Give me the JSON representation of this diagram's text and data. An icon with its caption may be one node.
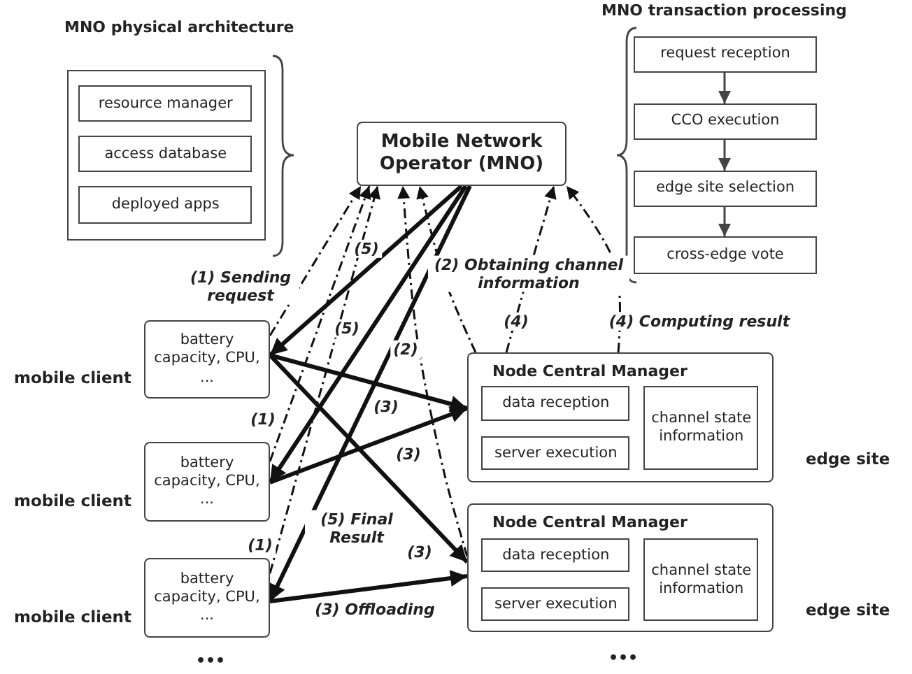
{
  "diagram": {
    "nodes": [
      {
        "text": [
          "MNO physical architecture"
        ]
      },
      {
        "text": [
          "resource manager"
        ],
        "in": 0
      },
      {
        "text": [
          "access database"
        ],
        "in": 0
      },
      {
        "text": [
          "deployed apps"
        ],
        "in": 0
      },
      {
        "text": [
          "Mobile Network Operator (MNO)"
        ]
      },
      {
        "text": [
          "request reception"
        ]
      },
      {
        "text": [
          "CCO execution"
        ]
      },
      {
        "text": [
          "edge site selection"
        ]
      },
      {
        "text": [
          "cross-edge vote"
        ]
      },
      {
        "text": [
          "battery capacity, CPU, ..."
        ],
        "beside": [
          "mobile client"
        ]
      },
      {
        "text": [
          "battery capacity, CPU, ..."
        ],
        "beside": [
          "mobile client"
        ]
      },
      {
        "text": [
          "battery capacity, CPU, ..."
        ],
        "beside": [
          "mobile client"
        ]
      },
      {
        "text": [
          "Node Central Manager"
        ],
        "beside": [
          "edge site"
        ]
      },
      {
        "text": [
          "data reception"
        ],
        "in": 12
      },
      {
        "text": [
          "server execution"
        ],
        "in": 12
      },
      {
        "text": [
          "channel state information"
        ],
        "in": 12
      },
      {
        "text": [
          "Node Central Manager"
        ],
        "beside": [
          "edge site"
        ]
      },
      {
        "text": [
          "data reception"
        ],
        "in": 16
      },
      {
        "text": [
          "server execution"
        ],
        "in": 16
      },
      {
        "text": [
          "channel state information"
        ],
        "in": 16
      }
    ],
    "edges": [
      {
        "from": 5,
        "to": 6,
        "arrow": "to"
      },
      {
        "from": 6,
        "to": 7,
        "arrow": "to"
      },
      {
        "from": 7,
        "to": 8,
        "arrow": "to"
      },
      {
        "from": 9,
        "to": 4,
        "arrow": "to",
        "style": "dashed",
        "label": "(1) Sending request"
      },
      {
        "from": 10,
        "to": 4,
        "arrow": "to",
        "style": "dashed",
        "label": "(1)"
      },
      {
        "from": 11,
        "to": 4,
        "arrow": "to",
        "style": "dashed",
        "label": "(1)"
      },
      {
        "from": 4,
        "to": 9,
        "arrow": "to",
        "style": "thick",
        "label": "(5)"
      },
      {
        "from": 4,
        "to": 10,
        "arrow": "to",
        "style": "thick",
        "label": "(5)"
      },
      {
        "from": 4,
        "to": 11,
        "arrow": "to",
        "style": "thick",
        "label": "(5) Final Result"
      },
      {
        "from": 12,
        "to": 4,
        "arrow": "to",
        "style": "dashed",
        "label": "(2) Obtaining channel information"
      },
      {
        "from": 16,
        "to": 4,
        "arrow": "to",
        "style": "dashed",
        "label": "(2)"
      },
      {
        "from": 12,
        "to": 4,
        "arrow": "to",
        "style": "dashed",
        "label": "(4)"
      },
      {
        "from": 12,
        "to": 4,
        "arrow": "to",
        "style": "dashed",
        "label": "(4) Computing result"
      },
      {
        "from": 9,
        "to": 12,
        "arrow": "to",
        "style": "thick",
        "label": "(3)"
      },
      {
        "from": 10,
        "to": 12,
        "arrow": "to",
        "style": "thick",
        "label": "(3)"
      },
      {
        "from": 9,
        "to": 16,
        "arrow": "to",
        "style": "thick",
        "label": "(3)"
      },
      {
        "from": 11,
        "to": 16,
        "arrow": "to",
        "style": "thick",
        "label": "(3) Offloading"
      }
    ],
    "labels": [
      "MNO transaction processing",
      "•••",
      "•••"
    ]
  }
}
